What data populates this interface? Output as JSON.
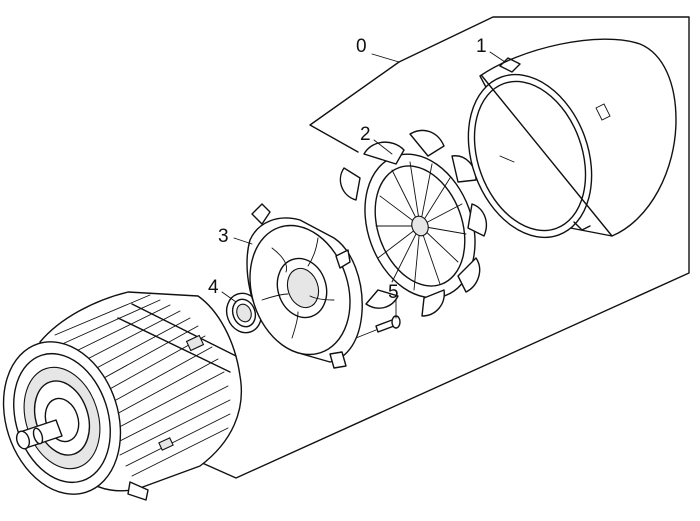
{
  "diagram": {
    "callouts": [
      {
        "id": "0",
        "label": "0"
      },
      {
        "id": "1",
        "label": "1"
      },
      {
        "id": "2",
        "label": "2"
      },
      {
        "id": "3",
        "label": "3"
      },
      {
        "id": "4",
        "label": "4"
      },
      {
        "id": "5",
        "label": "5"
      }
    ],
    "parts": [
      {
        "number": "0",
        "icon": "assembly-group-bracket-icon"
      },
      {
        "number": "1",
        "icon": "fan-cover-icon"
      },
      {
        "number": "2",
        "icon": "fan-wheel-icon"
      },
      {
        "number": "3",
        "icon": "end-shield-icon"
      },
      {
        "number": "4",
        "icon": "ball-bearing-icon"
      },
      {
        "number": "5",
        "icon": "screw-icon"
      }
    ],
    "colors": {
      "line": "#111111",
      "background": "#ffffff",
      "shade": "#e6e6e6"
    }
  }
}
